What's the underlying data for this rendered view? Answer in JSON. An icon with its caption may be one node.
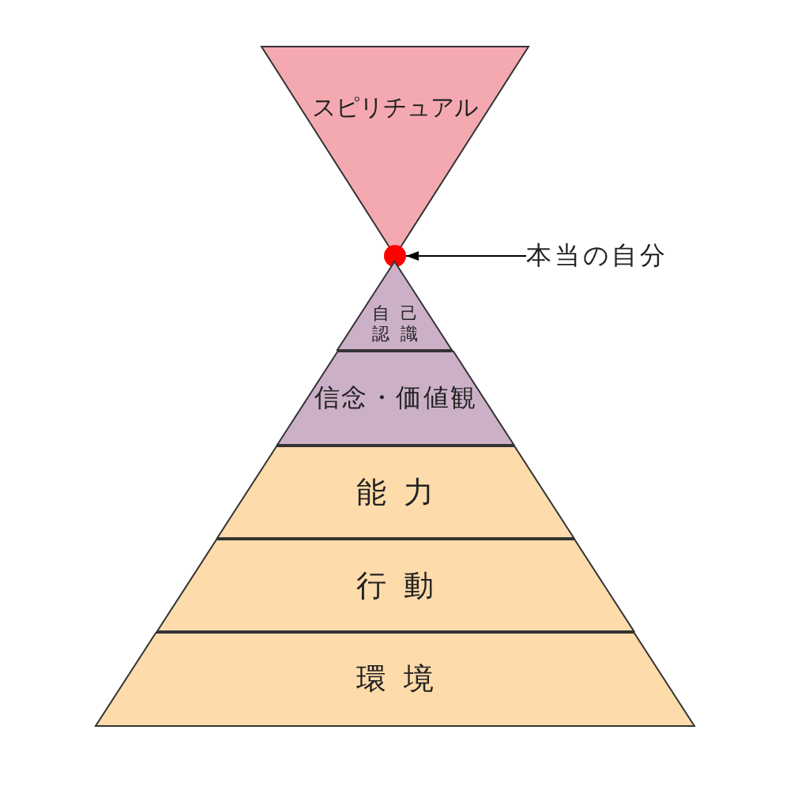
{
  "diagram": {
    "nodes": [
      {
        "text": [
          "スピリチュアル"
        ]
      },
      {
        "text": [],
        "shape": "circle"
      },
      {
        "text": [
          "本当の自分"
        ]
      },
      {
        "text": [
          "自己認識"
        ]
      },
      {
        "text": [
          "信念・価値観"
        ]
      },
      {
        "text": [
          "能力"
        ]
      },
      {
        "text": [
          "行動"
        ]
      },
      {
        "text": [
          "環境"
        ]
      }
    ],
    "edges": [
      {
        "from": 2,
        "to": 1,
        "arrow": "to"
      }
    ]
  }
}
